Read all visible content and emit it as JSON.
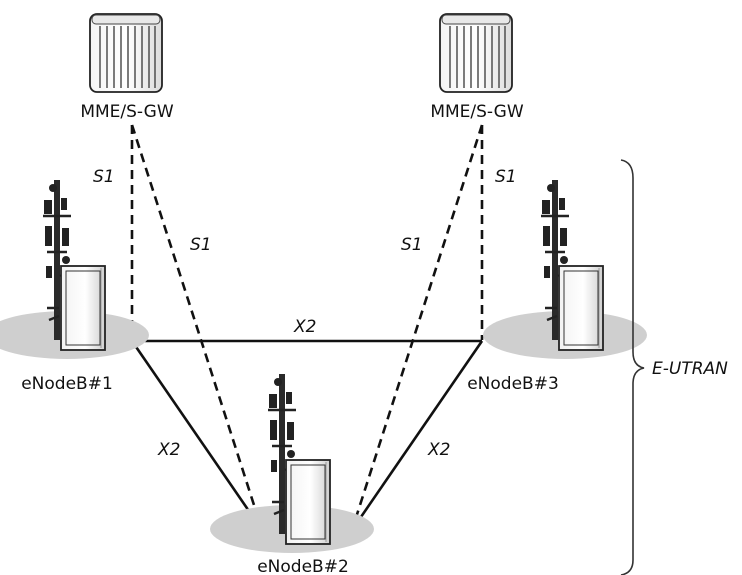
{
  "nodes": {
    "mme_left": {
      "label": "MME/S-GW",
      "icon": "server-rack-icon"
    },
    "mme_right": {
      "label": "MME/S-GW",
      "icon": "server-rack-icon"
    },
    "enb1": {
      "label": "eNodeB#1",
      "icon": "base-station-icon"
    },
    "enb2": {
      "label": "eNodeB#2",
      "icon": "base-station-icon"
    },
    "enb3": {
      "label": "eNodeB#3",
      "icon": "base-station-icon"
    }
  },
  "links": {
    "s1_left_vertical": "S1",
    "s1_left_diag": "S1",
    "s1_right_diag": "S1",
    "s1_right_vertical": "S1",
    "x2_top": "X2",
    "x2_left": "X2",
    "x2_right": "X2"
  },
  "group": {
    "label": "E-UTRAN"
  },
  "colors": {
    "ink": "#111111",
    "ground_shadow": "#cfcfcf",
    "cabinet_fill": "#e2e2e2"
  }
}
